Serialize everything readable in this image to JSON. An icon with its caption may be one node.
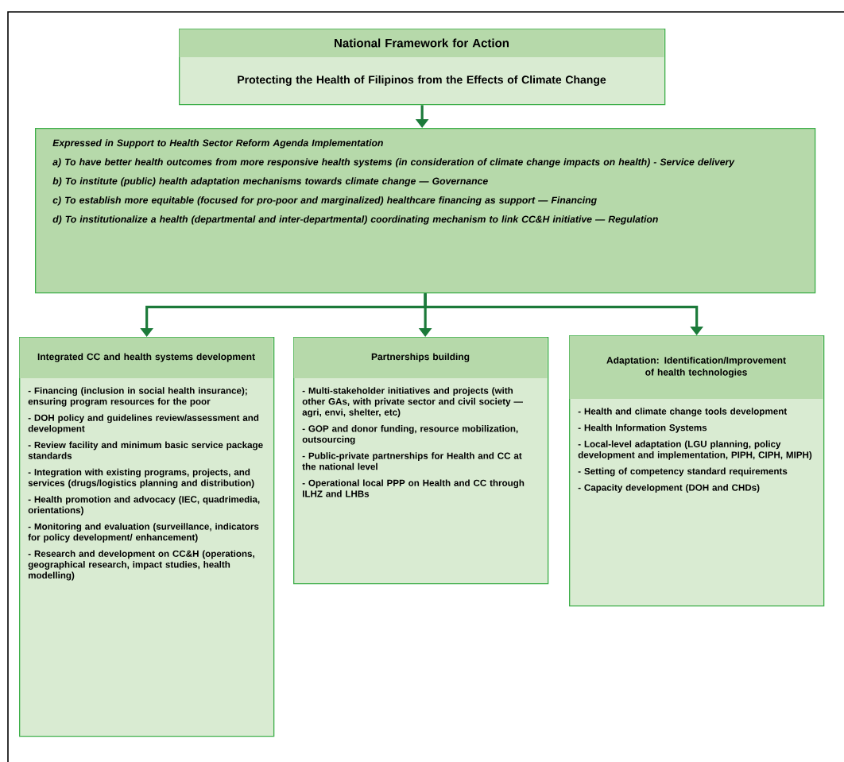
{
  "diagram": {
    "nodes": [
      {
        "text": [
          "National Framework for Action",
          "Protecting the Health of Filipinos from the Effects of Climate Change"
        ]
      },
      {
        "text": [
          "Expressed in Support to Health Sector Reform Agenda Implementation",
          "a) To have better health outcomes from more responsive health systems (in consideration of climate change impacts on health) - Service delivery",
          "b) To institute (public) health adaptation mechanisms towards climate change — Governance",
          "c) To establish more equitable (focused for pro-poor and marginalized) healthcare financing as support — Financing",
          "d) To institutionalize a health (departmental and inter-departmental) coordinating mechanism to link CC&H initiative — Regulation"
        ]
      },
      {
        "text": [
          "Integrated CC and health systems development",
          "- Financing (inclusion in social health insurance); ensuring program resources for the poor",
          "- DOH policy and guidelines review/assessment and development",
          "- Review facility and minimum basic service package standards",
          "- Integration with existing programs, projects, and services (drugs/logistics planning and distribution)",
          "- Health promotion and advocacy (IEC, quadrimedia, orientations)",
          "- Monitoring and evaluation (surveillance, indicators for policy development/ enhancement)",
          "- Research and development on CC&H (operations, geographical research, impact studies, health modelling)"
        ]
      },
      {
        "text": [
          "Partnerships building",
          "- Multi-stakeholder initiatives and projects (with other GAs, with private sector and civil society — agri, envi, shelter, etc)",
          "- GOP and donor funding, resource mobilization, outsourcing",
          "- Public-private partnerships for Health and CC at the national level",
          "- Operational local PPP on Health and CC through ILHZ and LHBs"
        ]
      },
      {
        "text": [
          "Adaptation: Identification/Improvement of health technologies",
          "- Health and climate change tools development",
          "- Health Information Systems",
          "- Local-level adaptation (LGU planning, policy development and implementation, PIPH, CIPH, MIPH)",
          "- Setting of competency standard requirements",
          "- Capacity development (DOH and CHDs)"
        ]
      }
    ],
    "edges": [
      {
        "from": 0,
        "to": 1,
        "arrow": "to"
      },
      {
        "from": 1,
        "to": 2,
        "arrow": "to"
      },
      {
        "from": 1,
        "to": 3,
        "arrow": "to"
      },
      {
        "from": 1,
        "to": 4,
        "arrow": "to"
      }
    ]
  }
}
